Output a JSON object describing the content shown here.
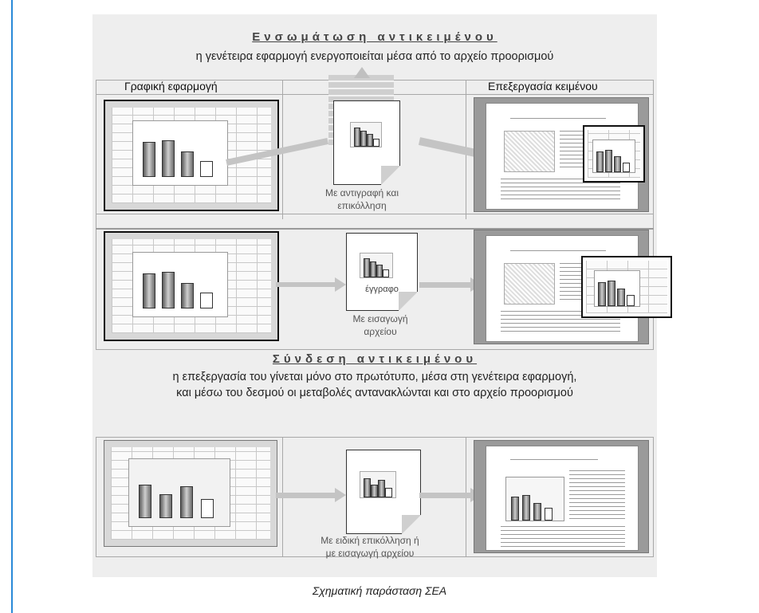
{
  "section_embed": {
    "title": "Ενσωμάτωση αντικειμένου",
    "subtitle": "η γενέτειρα εφαρμογή ενεργοποιείται μέσα από το αρχείο προορισμού"
  },
  "columns": {
    "left": "Γραφική εφαρμογή",
    "right": "Επεξεργασία κειμένου"
  },
  "row1": {
    "caption_line1": "Με αντιγραφή και",
    "caption_line2": "επικόλληση"
  },
  "row2": {
    "doc_label": "έγγραφο",
    "caption_line1": "Με εισαγωγή",
    "caption_line2": "αρχείου"
  },
  "section_link": {
    "title": "Σύνδεση αντικειμένου",
    "subtitle_line1": "η επεξεργασία του γίνεται μόνο στο πρωτότυπο, μέσα στη γενέτειρα εφαρμογή,",
    "subtitle_line2": "και μέσω του δεσμού οι μεταβολές αντανακλώνται και στο αρχείο προορισμού"
  },
  "row3": {
    "caption_line1": "Με ειδική επικόλληση ή",
    "caption_line2": "με εισαγωγή αρχείου"
  },
  "figure_caption": "Σχηματική παράσταση ΣΕΑ",
  "colors": {
    "accent_rule": "#2a8ad8",
    "figure_bg": "#eeeeee",
    "arrow": "#c4c4c4"
  }
}
